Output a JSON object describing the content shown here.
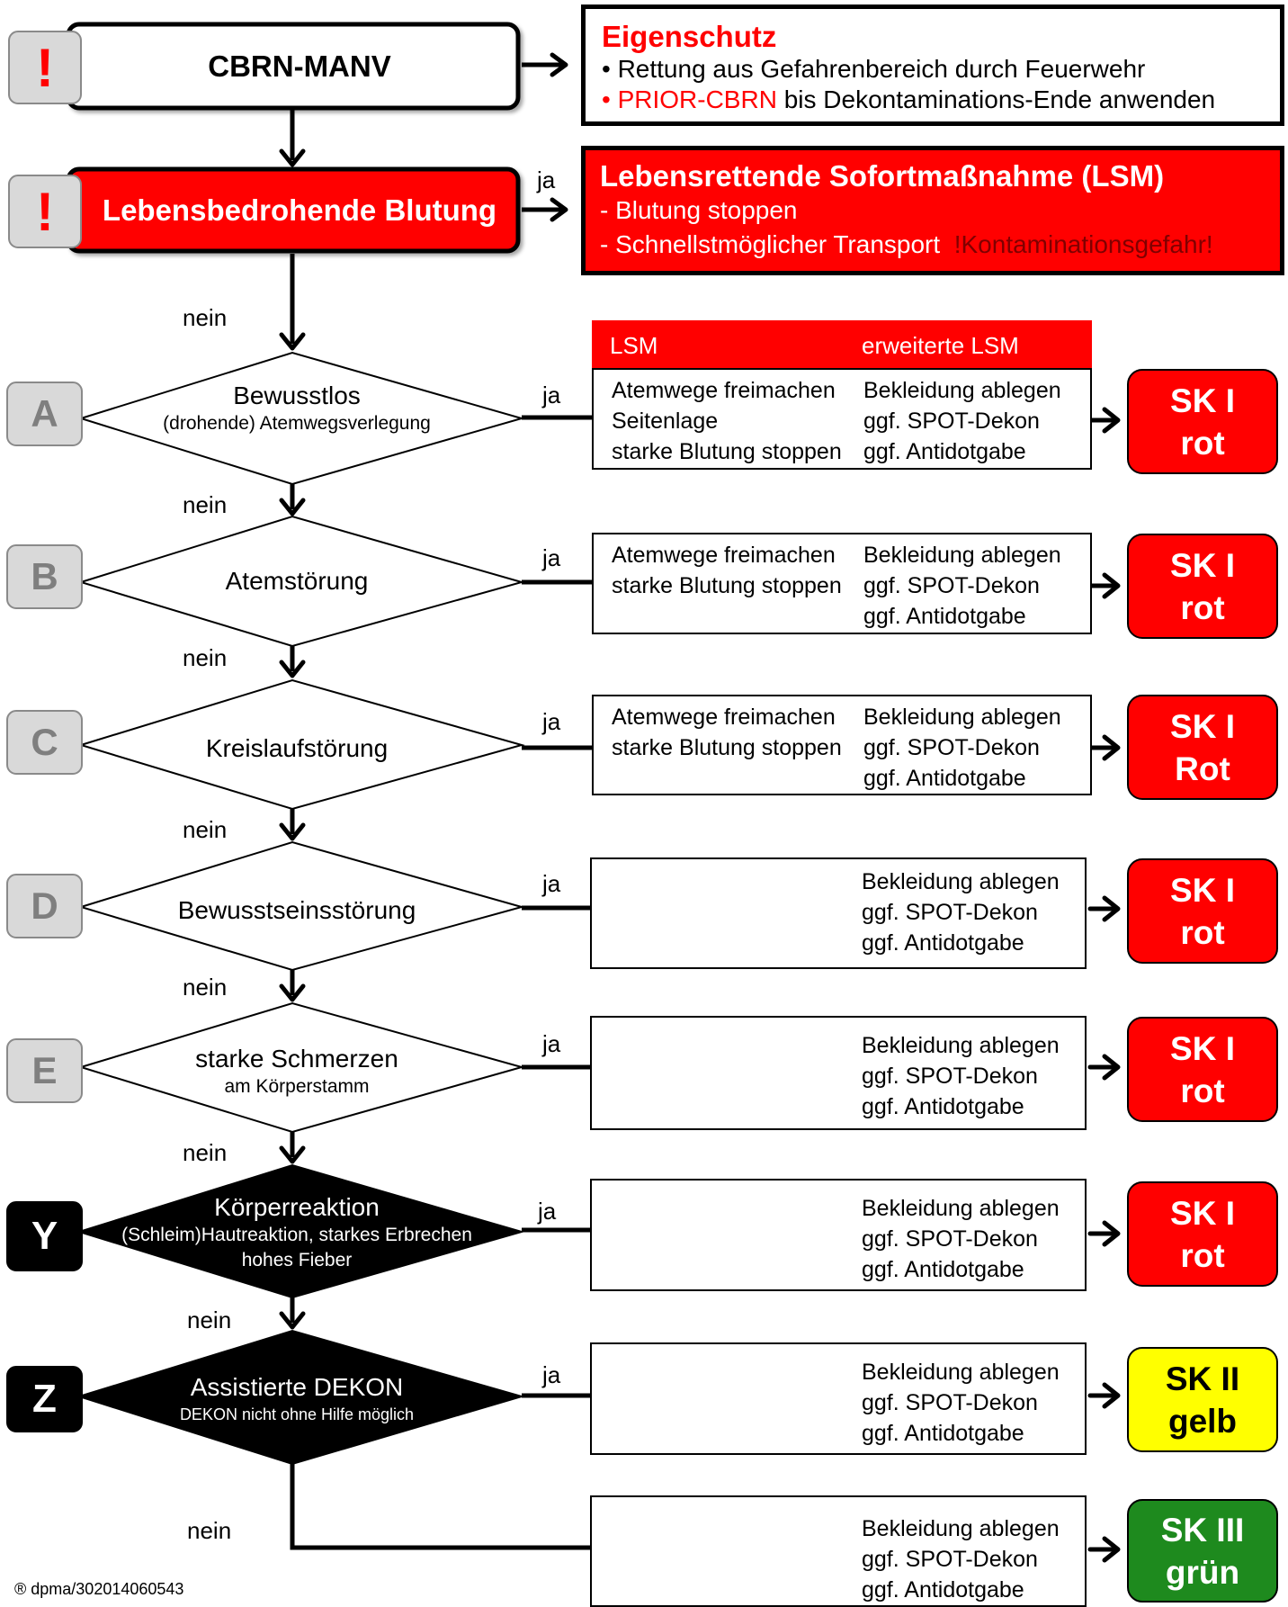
{
  "start": {
    "label": "CBRN-MANV",
    "alert": "!"
  },
  "bleeding": {
    "label": "Lebensbedrohende Blutung",
    "alert": "!"
  },
  "eigenschutz": {
    "title": "Eigenschutz",
    "line1": "• Rettung aus Gefahrenbereich durch Feuerwehr",
    "line2_red": "• PRIOR-CBRN",
    "line2_rest": " bis Dekontaminations-Ende anwenden"
  },
  "lsm_box": {
    "title": "Lebensrettende Sofortmaßnahme (LSM)",
    "line1": "- Blutung stoppen",
    "line2": "- Schnellstmöglicher Transport",
    "line2_warning": "!Kontaminationsgefahr!"
  },
  "labels": {
    "yes": "ja",
    "no": "nein"
  },
  "table_header": {
    "lsm": "LSM",
    "extended": "erweiterte LSM"
  },
  "steps": [
    {
      "letter": "A",
      "title": "Bewusstlos",
      "subtitle": "(drohende) Atemwegsverlegung",
      "subtitle2": "",
      "lsm": [
        "Atemwege freimachen",
        "Seitenlage",
        "starke Blutung stoppen"
      ],
      "extended": [
        "Bekleidung ablegen",
        "ggf. SPOT-Dekon",
        "ggf. Antidotgabe"
      ],
      "category": {
        "line1": "SK I",
        "line2": "rot",
        "color": "#ff0000"
      }
    },
    {
      "letter": "B",
      "title": "Atemstörung",
      "subtitle": "",
      "subtitle2": "",
      "lsm": [
        "Atemwege freimachen",
        "starke Blutung stoppen"
      ],
      "extended": [
        "Bekleidung ablegen",
        "ggf. SPOT-Dekon",
        "ggf. Antidotgabe"
      ],
      "category": {
        "line1": "SK I",
        "line2": "rot",
        "color": "#ff0000"
      }
    },
    {
      "letter": "C",
      "title": "Kreislaufstörung",
      "subtitle": "",
      "subtitle2": "",
      "lsm": [
        "Atemwege freimachen",
        "starke Blutung stoppen"
      ],
      "extended": [
        "Bekleidung ablegen",
        "ggf. SPOT-Dekon",
        "ggf. Antidotgabe"
      ],
      "category": {
        "line1": "SK I",
        "line2": "Rot",
        "color": "#ff0000"
      }
    },
    {
      "letter": "D",
      "title": "Bewusstseinsstörung",
      "subtitle": "",
      "subtitle2": "",
      "lsm": [],
      "extended": [
        "Bekleidung ablegen",
        "ggf. SPOT-Dekon",
        "ggf. Antidotgabe"
      ],
      "category": {
        "line1": "SK I",
        "line2": "rot",
        "color": "#ff0000"
      }
    },
    {
      "letter": "E",
      "title": "starke Schmerzen",
      "subtitle": "am Körperstamm",
      "subtitle2": "",
      "lsm": [],
      "extended": [
        "Bekleidung ablegen",
        "ggf. SPOT-Dekon",
        "ggf. Antidotgabe"
      ],
      "category": {
        "line1": "SK I",
        "line2": "rot",
        "color": "#ff0000"
      }
    },
    {
      "letter": "Y",
      "title": "Körperreaktion",
      "subtitle": "(Schleim)Hautreaktion, starkes Erbrechen",
      "subtitle2": "hohes Fieber",
      "lsm": [],
      "extended": [
        "Bekleidung ablegen",
        "ggf. SPOT-Dekon",
        "ggf. Antidotgabe"
      ],
      "category": {
        "line1": "SK I",
        "line2": "rot",
        "color": "#ff0000"
      }
    },
    {
      "letter": "Z",
      "title": "Assistierte DEKON",
      "subtitle": "DEKON nicht ohne Hilfe möglich",
      "subtitle2": "",
      "lsm": [],
      "extended": [
        "Bekleidung ablegen",
        "ggf. SPOT-Dekon",
        "ggf. Antidotgabe"
      ],
      "category": {
        "line1": "SK II",
        "line2": "gelb",
        "color": "#ffff00"
      }
    }
  ],
  "final": {
    "extended": [
      "Bekleidung ablegen",
      "ggf. SPOT-Dekon",
      "ggf. Antidotgabe"
    ],
    "category": {
      "line1": "SK III",
      "line2": "grün",
      "color": "#1e8a1e"
    }
  },
  "footer": "® dpma/302014060543"
}
